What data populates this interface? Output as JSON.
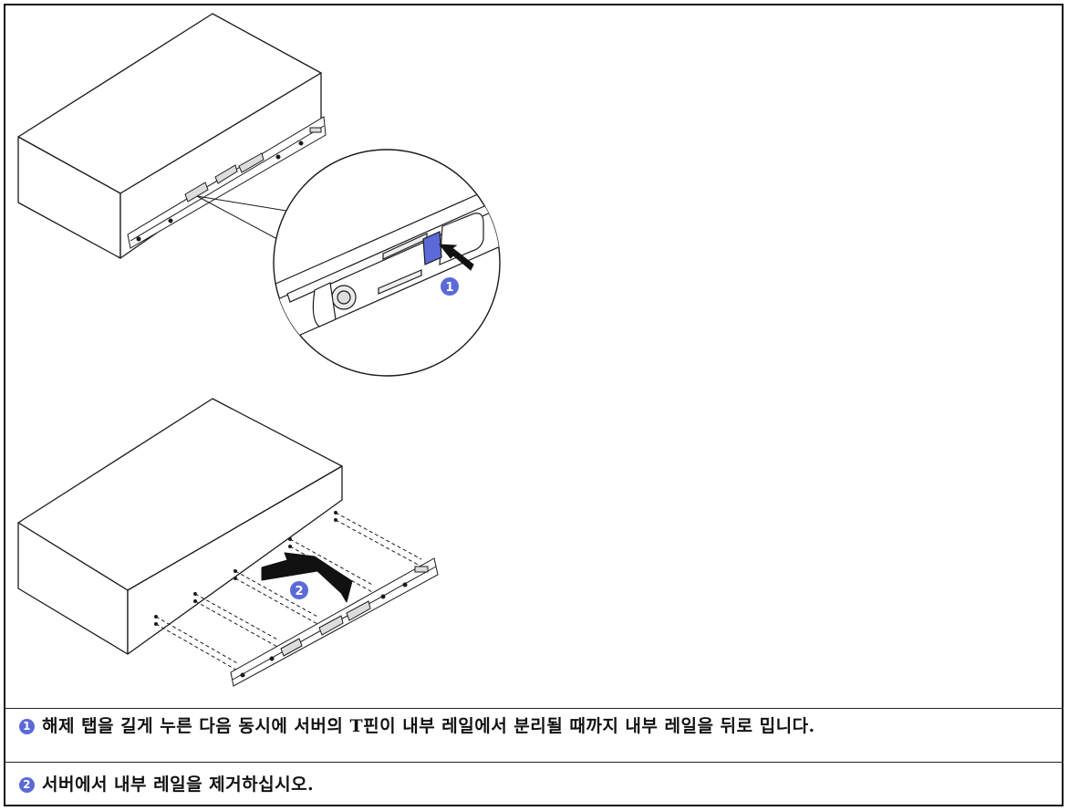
{
  "colors": {
    "badge": "#5b6ad8",
    "tab": "#5b6ad8",
    "line": "#1a1a1a"
  },
  "callouts": {
    "one": "1",
    "two": "2"
  },
  "steps": [
    {
      "number": "1",
      "text": "해제 탭을 길게 누른 다음 동시에 서버의 T핀이 내부 레일에서 분리될 때까지 내부 레일을 뒤로 밉니다."
    },
    {
      "number": "2",
      "text": "서버에서 내부 레일을 제거하십시오."
    }
  ]
}
